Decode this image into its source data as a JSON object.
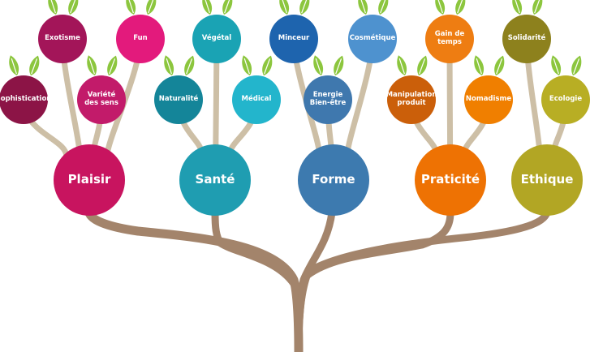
{
  "colors": {
    "trunk": "#a3846b",
    "twig": "#cdbfa6",
    "leaf": "#8cc63e",
    "leaf_vein": "#ffffff"
  },
  "branches": [
    {
      "label": "Plaisir",
      "color": "#c8145f",
      "subs": [
        {
          "label": "Sophistication",
          "color": "#8c1446"
        },
        {
          "label": "Exotisme",
          "color": "#a31559"
        },
        {
          "label": "Variété\ndes sens",
          "color": "#c21b6a"
        },
        {
          "label": "Fun",
          "color": "#e31a7c"
        }
      ]
    },
    {
      "label": "Santé",
      "color": "#1f9db1",
      "subs": [
        {
          "label": "Naturalité",
          "color": "#148599"
        },
        {
          "label": "Végétal",
          "color": "#1aa3b4"
        },
        {
          "label": "Médical",
          "color": "#23b5cc"
        }
      ]
    },
    {
      "label": "Forme",
      "color": "#3d7aaf",
      "subs": [
        {
          "label": "Minceur",
          "color": "#1e64ae"
        },
        {
          "label": "Energie\nBien-être",
          "color": "#3f78ae"
        },
        {
          "label": "Cosmétique",
          "color": "#4e92cf"
        }
      ]
    },
    {
      "label": "Praticité",
      "color": "#ee7203",
      "subs": [
        {
          "label": "Manipulation\nproduit",
          "color": "#cb5f0a"
        },
        {
          "label": "Gain de\ntemps",
          "color": "#ee7d12"
        },
        {
          "label": "Nomadisme",
          "color": "#f07f00"
        }
      ]
    },
    {
      "label": "Ethique",
      "color": "#b2a624",
      "subs": [
        {
          "label": "Solidarité",
          "color": "#8d811d"
        },
        {
          "label": "Ecologie",
          "color": "#b8ae24"
        }
      ]
    }
  ]
}
